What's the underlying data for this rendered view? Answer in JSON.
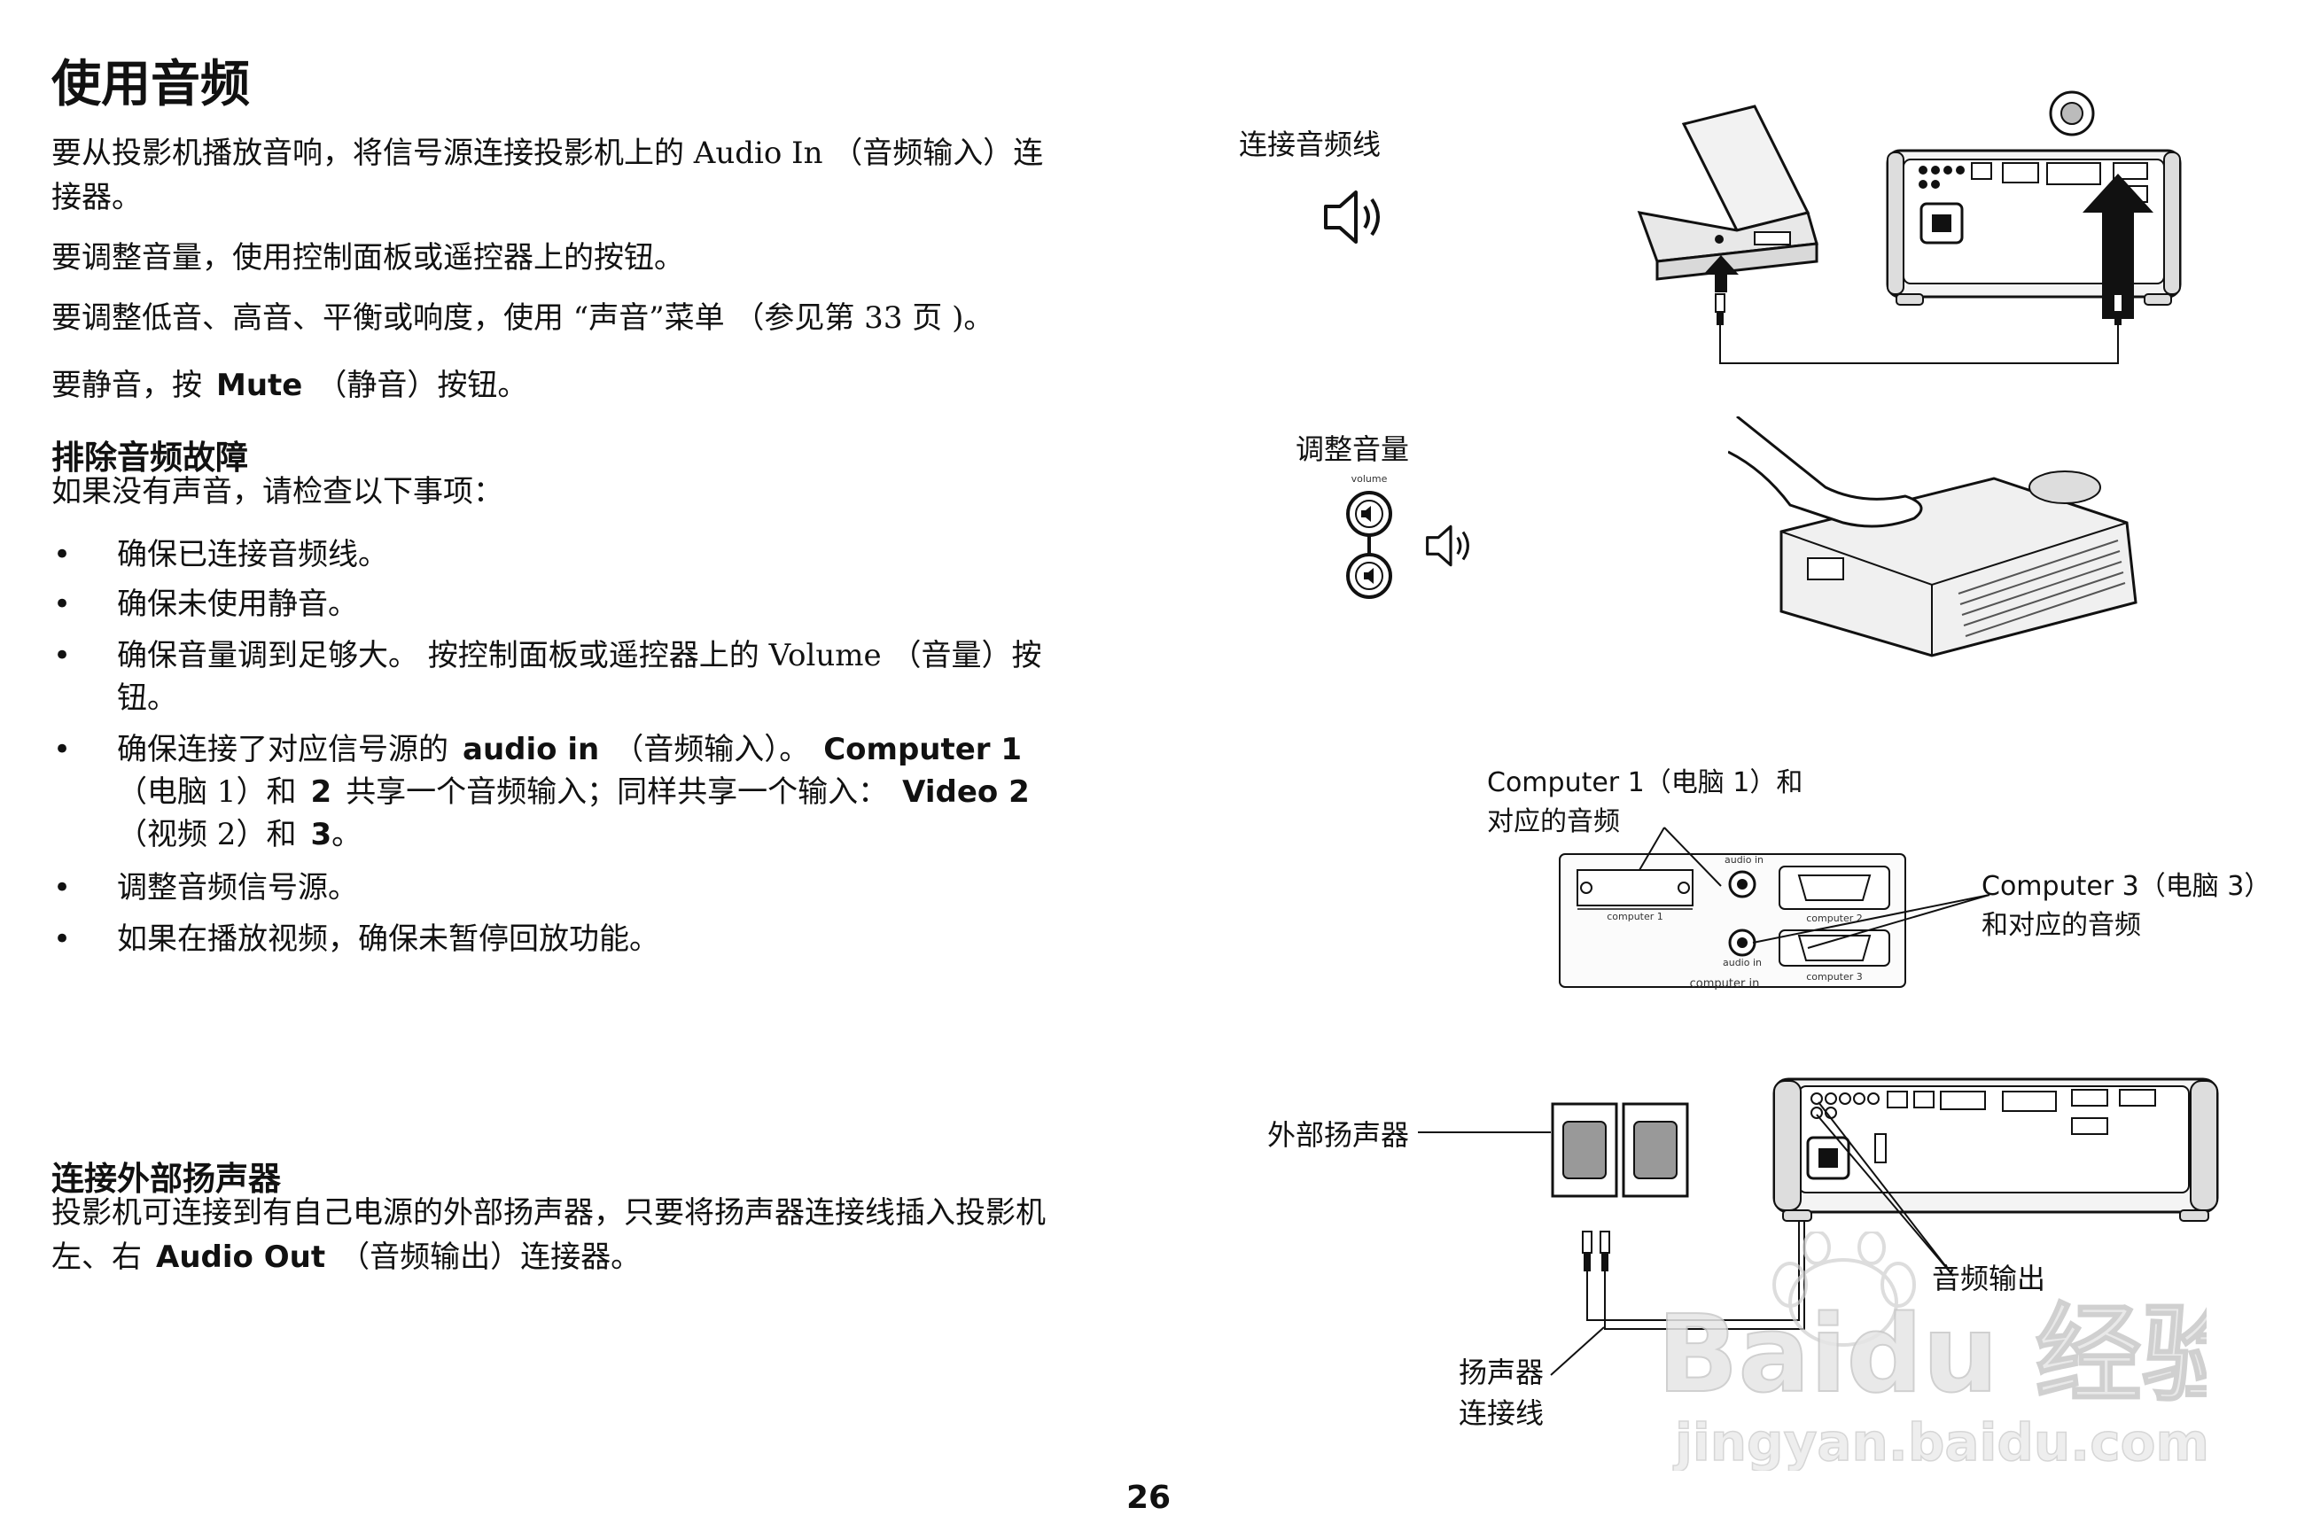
{
  "page": {
    "title": "使用音频",
    "page_number": "26"
  },
  "intro": {
    "p1_line1": "要从投影机播放音响，将信号源连接投影机上的 Audio In （音频输入）连",
    "p1_line2": "接器。",
    "p2": "要调整音量，使用控制面板或遥控器上的按钮。",
    "p3": "要调整低音、高音、平衡或响度，使用 “声音”菜单 （参见第 33 页 )。",
    "p4_before": "要静音，按",
    "p4_bold": "Mute",
    "p4_after": "（静音）按钮。"
  },
  "troubleshoot": {
    "heading": "排除音频故障",
    "intro": "如果没有声音，请检查以下事项：",
    "bullet_char": "•",
    "items": [
      {
        "text": "确保已连接音频线。"
      },
      {
        "text": "确保未使用静音。"
      },
      {
        "line1": "确保音量调到足够大。 按控制面板或遥控器上的  Volume （音量）按",
        "line2": "钮。"
      },
      {
        "l1_a": "确保连接了对应信号源的",
        "l1_b": "audio in",
        "l1_c": "（音频输入）。",
        "l1_d": "Computer 1",
        "l2_a": "（电脑  1）和",
        "l2_b": "2",
        "l2_c": "共享一个音频输入；同样共享一个输入：",
        "l2_d": "Video 2",
        "l3_a": "（视频 2）和",
        "l3_b": "3",
        "l3_c": "。"
      },
      {
        "text": "调整音频信号源。"
      },
      {
        "text": "如果在播放视频，确保未暂停回放功能。"
      }
    ]
  },
  "speakers": {
    "heading": "连接外部扬声器",
    "line1": "投影机可连接到有自己电源的外部扬声器，只要将扬声器连接线插入投影机",
    "line2_before": "左、右",
    "line2_bold": "Audio Out",
    "line2_after": "（音频输出）连接器。"
  },
  "figures": {
    "connect_audio_cable": "连接音频线",
    "adjust_volume": "调整音量",
    "volume_button_label": "volume",
    "computer1_line1": "Computer 1（电脑 1）和",
    "computer1_line2": "对应的音频",
    "computer3_line1": "Computer 3（电脑 3）",
    "computer3_line2": "和对应的音频",
    "panel_audio_in_top": "audio in",
    "panel_audio_in_bottom": "audio in",
    "panel_computer1": "computer 1",
    "panel_computer2": "computer 2",
    "panel_computer3": "computer 3",
    "panel_computer_in": "computer in",
    "external_speakers": "外部扬声器",
    "audio_out": "音频输出",
    "speaker_cable_line1": "扬声器",
    "speaker_cable_line2": "连接线"
  },
  "watermark": {
    "brand": "Baidu 经验",
    "url": "jingyan.baidu.com"
  }
}
